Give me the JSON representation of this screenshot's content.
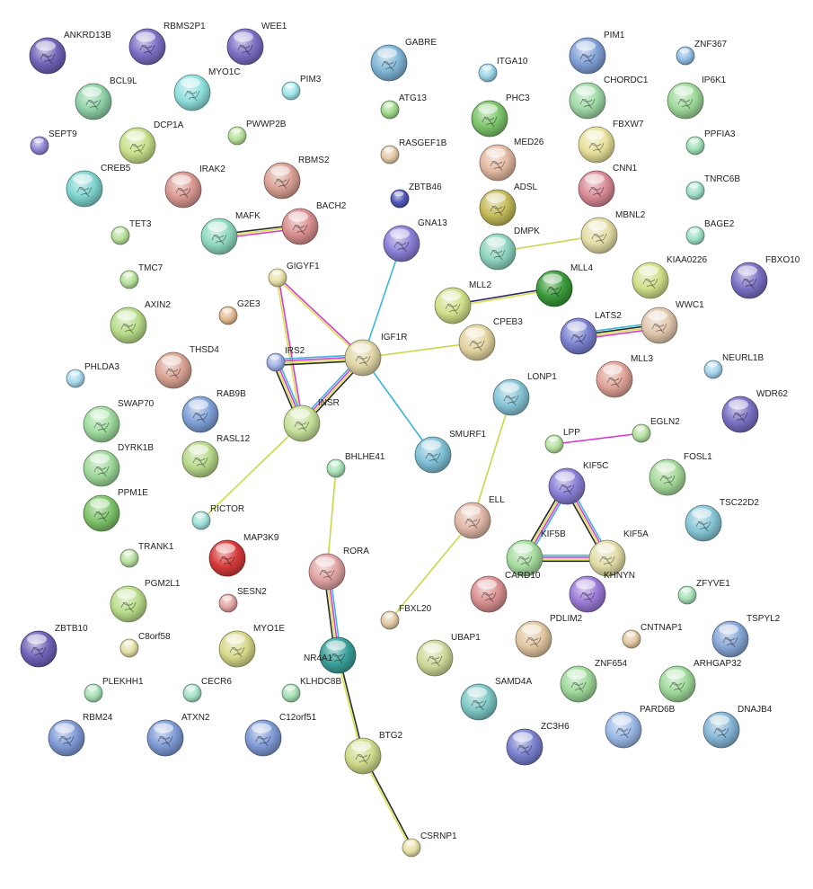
{
  "diagram": {
    "title": "STRING protein interaction network",
    "nodes": [
      {
        "id": "ANKRD13B",
        "label": "ANKRD13B",
        "color": "#6f63b8",
        "size": "large"
      },
      {
        "id": "RBMS2P1",
        "label": "RBMS2P1",
        "color": "#7a6fc4",
        "size": "large"
      },
      {
        "id": "WEE1",
        "label": "WEE1",
        "color": "#7a6fc4",
        "size": "large"
      },
      {
        "id": "GABRE",
        "label": "GABRE",
        "color": "#7fb6d6",
        "size": "large"
      },
      {
        "id": "ITGA10",
        "label": "ITGA10",
        "color": "#9ad3e6",
        "size": "small"
      },
      {
        "id": "PIM1",
        "label": "PIM1",
        "color": "#7fa0d6",
        "size": "large"
      },
      {
        "id": "ZNF367",
        "label": "ZNF367",
        "color": "#8fbde6",
        "size": "small"
      },
      {
        "id": "BCL9L",
        "label": "BCL9L",
        "color": "#8fd1a6",
        "size": "large"
      },
      {
        "id": "MYO1C",
        "label": "MYO1C",
        "color": "#8ee0de",
        "size": "large"
      },
      {
        "id": "PIM3",
        "label": "PIM3",
        "color": "#9ee6ec",
        "size": "small"
      },
      {
        "id": "ATG13",
        "label": "ATG13",
        "color": "#9fd98a",
        "size": "small"
      },
      {
        "id": "PHC3",
        "label": "PHC3",
        "color": "#7cc46a",
        "size": "large"
      },
      {
        "id": "CHORDC1",
        "label": "CHORDC1",
        "color": "#9fd9a6",
        "size": "large"
      },
      {
        "id": "IP6K1",
        "label": "IP6K1",
        "color": "#9fd99a",
        "size": "large"
      },
      {
        "id": "SEPT9",
        "label": "SEPT9",
        "color": "#8f86d6",
        "size": "small"
      },
      {
        "id": "DCP1A",
        "label": "DCP1A",
        "color": "#c7e08a",
        "size": "large"
      },
      {
        "id": "PWWP2B",
        "label": "PWWP2B",
        "color": "#b5e09a",
        "size": "small"
      },
      {
        "id": "RASGEF1B",
        "label": "RASGEF1B",
        "color": "#e3c9a6",
        "size": "small"
      },
      {
        "id": "MED26",
        "label": "MED26",
        "color": "#e3b9a1",
        "size": "large"
      },
      {
        "id": "FBXW7",
        "label": "FBXW7",
        "color": "#e6e09a",
        "size": "large"
      },
      {
        "id": "PPFIA3",
        "label": "PPFIA3",
        "color": "#9fe0b6",
        "size": "small"
      },
      {
        "id": "CREB5",
        "label": "CREB5",
        "color": "#7ed4cf",
        "size": "large"
      },
      {
        "id": "IRAK2",
        "label": "IRAK2",
        "color": "#d99790",
        "size": "large"
      },
      {
        "id": "RBMS2",
        "label": "RBMS2",
        "color": "#d9a093",
        "size": "large"
      },
      {
        "id": "ZBTB46",
        "label": "ZBTB46",
        "color": "#5058b8",
        "size": "small"
      },
      {
        "id": "ADSL",
        "label": "ADSL",
        "color": "#c4ba5a",
        "size": "large"
      },
      {
        "id": "CNN1",
        "label": "CNN1",
        "color": "#d98a96",
        "size": "large"
      },
      {
        "id": "TNRC6B",
        "label": "TNRC6B",
        "color": "#9fe0c6",
        "size": "small"
      },
      {
        "id": "TET3",
        "label": "TET3",
        "color": "#b5e09a",
        "size": "small"
      },
      {
        "id": "MAFK",
        "label": "MAFK",
        "color": "#8fd9bf",
        "size": "large"
      },
      {
        "id": "BACH2",
        "label": "BACH2",
        "color": "#d98f8f",
        "size": "large"
      },
      {
        "id": "GNA13",
        "label": "GNA13",
        "color": "#8a80d6",
        "size": "large"
      },
      {
        "id": "DMPK",
        "label": "DMPK",
        "color": "#8ed4c0",
        "size": "large"
      },
      {
        "id": "MBNL2",
        "label": "MBNL2",
        "color": "#e3dca6",
        "size": "large"
      },
      {
        "id": "BAGE2",
        "label": "BAGE2",
        "color": "#9fe0c6",
        "size": "small"
      },
      {
        "id": "GIGYF1",
        "label": "GIGYF1",
        "color": "#e6e0a6",
        "size": "small"
      },
      {
        "id": "TMC7",
        "label": "TMC7",
        "color": "#b5e09a",
        "size": "small"
      },
      {
        "id": "MLL2",
        "label": "MLL2",
        "color": "#cfe08a",
        "size": "large"
      },
      {
        "id": "MLL4",
        "label": "MLL4",
        "color": "#3a9a3a",
        "size": "large"
      },
      {
        "id": "KIAA0226",
        "label": "KIAA0226",
        "color": "#cfe08a",
        "size": "large"
      },
      {
        "id": "FBXO10",
        "label": "FBXO10",
        "color": "#7a70c4",
        "size": "large"
      },
      {
        "id": "AXIN2",
        "label": "AXIN2",
        "color": "#b8dc8a",
        "size": "large"
      },
      {
        "id": "G2E3",
        "label": "G2E3",
        "color": "#e3b98f",
        "size": "small"
      },
      {
        "id": "CPEB3",
        "label": "CPEB3",
        "color": "#e3d3a0",
        "size": "large"
      },
      {
        "id": "IRS2",
        "label": "IRS2",
        "color": "#9fb0e6",
        "size": "small"
      },
      {
        "id": "IGF1R",
        "label": "IGF1R",
        "color": "#e0d6a6",
        "size": "large"
      },
      {
        "id": "LATS2",
        "label": "LATS2",
        "color": "#7a80cf",
        "size": "large"
      },
      {
        "id": "WWC1",
        "label": "WWC1",
        "color": "#e0c6ac",
        "size": "large"
      },
      {
        "id": "THSD4",
        "label": "THSD4",
        "color": "#d9a393",
        "size": "large"
      },
      {
        "id": "PHLDA3",
        "label": "PHLDA3",
        "color": "#a6d8ec",
        "size": "small"
      },
      {
        "id": "MLL3",
        "label": "MLL3",
        "color": "#e0a398",
        "size": "large"
      },
      {
        "id": "NEURL1B",
        "label": "NEURL1B",
        "color": "#a6d3ec",
        "size": "small"
      },
      {
        "id": "LONP1",
        "label": "LONP1",
        "color": "#86c4d6",
        "size": "large"
      },
      {
        "id": "SWAP70",
        "label": "SWAP70",
        "color": "#9fdc9f",
        "size": "large"
      },
      {
        "id": "RAB9B",
        "label": "RAB9B",
        "color": "#7fa0d6",
        "size": "large"
      },
      {
        "id": "INSR",
        "label": "INSR",
        "color": "#c7e09a",
        "size": "large"
      },
      {
        "id": "WDR62",
        "label": "WDR62",
        "color": "#7a70c4",
        "size": "large"
      },
      {
        "id": "SMURF1",
        "label": "SMURF1",
        "color": "#7ec0d6",
        "size": "large"
      },
      {
        "id": "LPP",
        "label": "LPP",
        "color": "#b5e0a0",
        "size": "small"
      },
      {
        "id": "EGLN2",
        "label": "EGLN2",
        "color": "#b5e0a0",
        "size": "small"
      },
      {
        "id": "DYRK1B",
        "label": "DYRK1B",
        "color": "#9fd99a",
        "size": "large"
      },
      {
        "id": "RASL12",
        "label": "RASL12",
        "color": "#b8d98a",
        "size": "large"
      },
      {
        "id": "BHLHE41",
        "label": "BHLHE41",
        "color": "#a6e0b6",
        "size": "small"
      },
      {
        "id": "FOSL1",
        "label": "FOSL1",
        "color": "#a6d99a",
        "size": "large"
      },
      {
        "id": "KIF5C",
        "label": "KIF5C",
        "color": "#8a80d6",
        "size": "large"
      },
      {
        "id": "PPM1E",
        "label": "PPM1E",
        "color": "#7ec46a",
        "size": "large"
      },
      {
        "id": "RICTOR",
        "label": "RICTOR",
        "color": "#9fe0d6",
        "size": "small"
      },
      {
        "id": "ELL",
        "label": "ELL",
        "color": "#e0b7a6",
        "size": "large"
      },
      {
        "id": "TSC22D2",
        "label": "TSC22D2",
        "color": "#86c6d6",
        "size": "large"
      },
      {
        "id": "TRANK1",
        "label": "TRANK1",
        "color": "#b8e0a0",
        "size": "small"
      },
      {
        "id": "MAP3K9",
        "label": "MAP3K9",
        "color": "#d63a3a",
        "size": "large"
      },
      {
        "id": "KIF5B",
        "label": "KIF5B",
        "color": "#a6dc9f",
        "size": "large"
      },
      {
        "id": "KIF5A",
        "label": "KIF5A",
        "color": "#e0dca6",
        "size": "large"
      },
      {
        "id": "RORA",
        "label": "RORA",
        "color": "#e0a3a3",
        "size": "large"
      },
      {
        "id": "CARD10",
        "label": "CARD10",
        "color": "#d98f8f",
        "size": "large"
      },
      {
        "id": "KHNYN",
        "label": "KHNYN",
        "color": "#9a7ad6",
        "size": "large"
      },
      {
        "id": "PGM2L1",
        "label": "PGM2L1",
        "color": "#b8dc8a",
        "size": "large"
      },
      {
        "id": "SESN2",
        "label": "SESN2",
        "color": "#e3a3a3",
        "size": "small"
      },
      {
        "id": "ZFYVE1",
        "label": "ZFYVE1",
        "color": "#a6e0b6",
        "size": "small"
      },
      {
        "id": "FBXL20",
        "label": "FBXL20",
        "color": "#e3c9a6",
        "size": "small"
      },
      {
        "id": "ZBTB10",
        "label": "ZBTB10",
        "color": "#6f63b8",
        "size": "large"
      },
      {
        "id": "C8orf58",
        "label": "C8orf58",
        "color": "#e3e0a6",
        "size": "small"
      },
      {
        "id": "MYO1E",
        "label": "MYO1E",
        "color": "#d6d98a",
        "size": "large"
      },
      {
        "id": "NR4A1",
        "label": "NR4A1",
        "color": "#3aa09a",
        "size": "large"
      },
      {
        "id": "UBAP1",
        "label": "UBAP1",
        "color": "#cfd99a",
        "size": "large"
      },
      {
        "id": "PDLIM2",
        "label": "PDLIM2",
        "color": "#e0c6a0",
        "size": "large"
      },
      {
        "id": "CNTNAP2",
        "label": "CNTNAP1",
        "color": "#e3c9a6",
        "size": "small"
      },
      {
        "id": "TSPYL2",
        "label": "TSPYL2",
        "color": "#86a6d6",
        "size": "large"
      },
      {
        "id": "PLEKHH1",
        "label": "PLEKHH1",
        "color": "#a6e0b6",
        "size": "small"
      },
      {
        "id": "CECR6",
        "label": "CECR6",
        "color": "#a6e0c6",
        "size": "small"
      },
      {
        "id": "KLHDC8B",
        "label": "KLHDC8B",
        "color": "#a6e0b6",
        "size": "small"
      },
      {
        "id": "ZNF654",
        "label": "ZNF654",
        "color": "#9fd99a",
        "size": "large"
      },
      {
        "id": "ARHGAP32",
        "label": "ARHGAP32",
        "color": "#9fd99a",
        "size": "large"
      },
      {
        "id": "SAMD4A",
        "label": "SAMD4A",
        "color": "#7ec8c6",
        "size": "large"
      },
      {
        "id": "PARD6B",
        "label": "PARD6B",
        "color": "#9ab8e6",
        "size": "large"
      },
      {
        "id": "DNAJB4",
        "label": "DNAJB4",
        "color": "#86b6d6",
        "size": "large"
      },
      {
        "id": "RBM24",
        "label": "RBM24",
        "color": "#7f9ad6",
        "size": "large"
      },
      {
        "id": "ATXN2",
        "label": "ATXN2",
        "color": "#7f9ad6",
        "size": "large"
      },
      {
        "id": "C12orf51",
        "label": "C12orf51",
        "color": "#7f9ad6",
        "size": "large"
      },
      {
        "id": "ZC3H6",
        "label": "ZC3H6",
        "color": "#7a80cf",
        "size": "large"
      },
      {
        "id": "BTG2",
        "label": "BTG2",
        "color": "#cfd98a",
        "size": "large"
      },
      {
        "id": "CSRNP1",
        "label": "CSRNP1",
        "color": "#e6e0a6",
        "size": "small"
      }
    ],
    "edges": [
      {
        "source": "MAFK",
        "target": "BACH2",
        "colors": [
          "#2a2a2a",
          "#d8e04a",
          "#d63ad6"
        ]
      },
      {
        "source": "DMPK",
        "target": "MBNL2",
        "colors": [
          "#c8d84a"
        ]
      },
      {
        "source": "MLL2",
        "target": "MLL4",
        "colors": [
          "#2a2a6a",
          "#d8e04a"
        ]
      },
      {
        "source": "LATS2",
        "target": "WWC1",
        "colors": [
          "#3ab6d6",
          "#2a2a2a",
          "#d8e04a",
          "#d63ad6"
        ]
      },
      {
        "source": "LPP",
        "target": "EGLN2",
        "colors": [
          "#d63ad6"
        ]
      },
      {
        "source": "GNA13",
        "target": "IGF1R",
        "colors": [
          "#3ab6d6"
        ]
      },
      {
        "source": "IGF1R",
        "target": "CPEB3",
        "colors": [
          "#c8d84a"
        ]
      },
      {
        "source": "IGF1R",
        "target": "SMURF1",
        "colors": [
          "#3ab6d6"
        ]
      },
      {
        "source": "GIGYF1",
        "target": "IGF1R",
        "colors": [
          "#d63ad6",
          "#d8e04a"
        ]
      },
      {
        "source": "GIGYF1",
        "target": "INSR",
        "colors": [
          "#d63ad6",
          "#d8e04a"
        ]
      },
      {
        "source": "IRS2",
        "target": "IGF1R",
        "colors": [
          "#3ab6d6",
          "#d63ad6",
          "#d8e04a",
          "#2a2a2a"
        ]
      },
      {
        "source": "IRS2",
        "target": "INSR",
        "colors": [
          "#3ab6d6",
          "#d63ad6",
          "#d8e04a",
          "#2a2a2a"
        ]
      },
      {
        "source": "INSR",
        "target": "IGF1R",
        "colors": [
          "#3ab6d6",
          "#d63ad6",
          "#d8e04a",
          "#2a2a2a"
        ]
      },
      {
        "source": "INSR",
        "target": "RICTOR",
        "colors": [
          "#c8d84a"
        ]
      },
      {
        "source": "LONP1",
        "target": "ELL",
        "colors": [
          "#c8d84a"
        ]
      },
      {
        "source": "ELL",
        "target": "FBXL20",
        "colors": [
          "#c8d84a"
        ]
      },
      {
        "source": "BHLHE41",
        "target": "RORA",
        "colors": [
          "#c8d84a"
        ]
      },
      {
        "source": "RORA",
        "target": "NR4A1",
        "colors": [
          "#3ab6d6",
          "#d63ad6",
          "#d8e04a",
          "#2a2a2a"
        ]
      },
      {
        "source": "NR4A1",
        "target": "BTG2",
        "colors": [
          "#2a2a2a",
          "#d8e04a"
        ]
      },
      {
        "source": "BTG2",
        "target": "CSRNP1",
        "colors": [
          "#2a2a2a",
          "#d8e04a"
        ]
      },
      {
        "source": "KIF5C",
        "target": "KIF5B",
        "colors": [
          "#3ab6d6",
          "#d63ad6",
          "#d8e04a",
          "#2a2a2a"
        ]
      },
      {
        "source": "KIF5C",
        "target": "KIF5A",
        "colors": [
          "#3ab6d6",
          "#d63ad6",
          "#d8e04a",
          "#2a2a2a"
        ]
      },
      {
        "source": "KIF5B",
        "target": "KIF5A",
        "colors": [
          "#3ab6d6",
          "#d63ad6",
          "#d8e04a",
          "#2a2a2a"
        ]
      }
    ]
  }
}
